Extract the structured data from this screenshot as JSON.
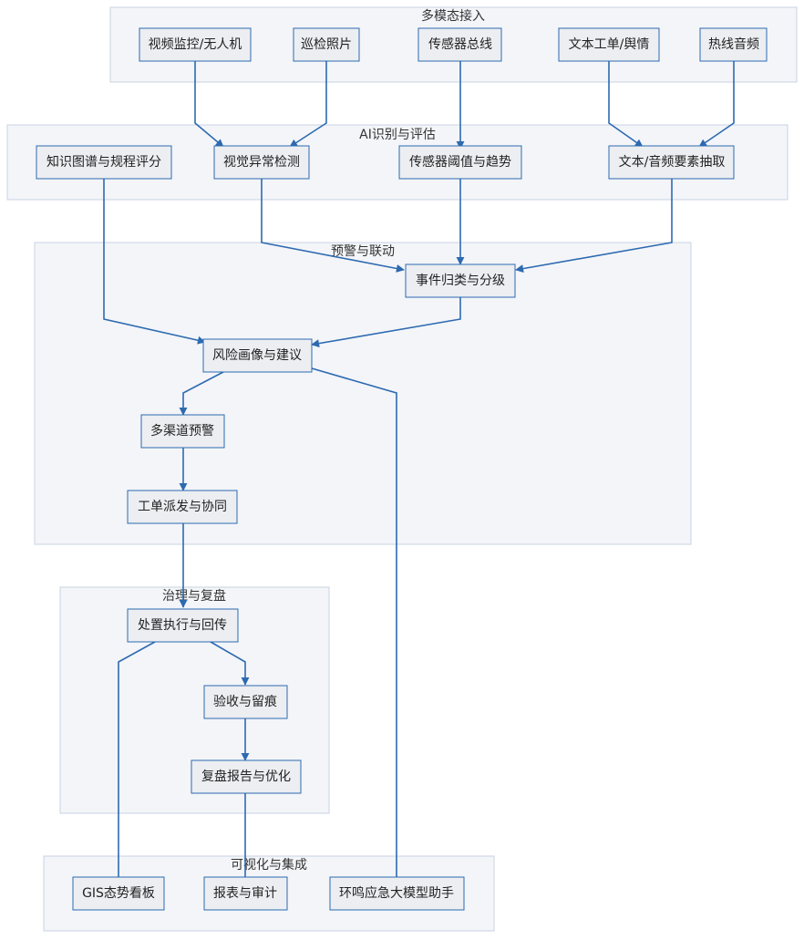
{
  "colors": {
    "edge": "#2d6ab0",
    "node_fill": "#eceef2",
    "node_border": "#2d6ab0",
    "cluster_fill": "#f3f5f9",
    "cluster_border": "#c9d3e2",
    "text": "#222222"
  },
  "clusters": {
    "input": {
      "title": "多模态接入"
    },
    "ai": {
      "title": "AI识别与评估"
    },
    "warning": {
      "title": "预警与联动"
    },
    "governance": {
      "title": "治理与复盘"
    },
    "visual": {
      "title": "可视化与集成"
    }
  },
  "nodes": {
    "video": "视频监控/无人机",
    "patrol": "巡检照片",
    "sensor_bus": "传感器总线",
    "text_ticket": "文本工单/舆情",
    "hotline": "热线音频",
    "kg": "知识图谱与规程评分",
    "visual_detect": "视觉异常检测",
    "sensor_trend": "传感器阈值与趋势",
    "text_extract": "文本/音频要素抽取",
    "classify": "事件归类与分级",
    "risk": "风险画像与建议",
    "alert": "多渠道预警",
    "dispatch": "工单派发与协同",
    "execute": "处置执行与回传",
    "accept": "验收与留痕",
    "review": "复盘报告与优化",
    "gis": "GIS态势看板",
    "report": "报表与审计",
    "assistant": "环鸣应急大模型助手"
  }
}
